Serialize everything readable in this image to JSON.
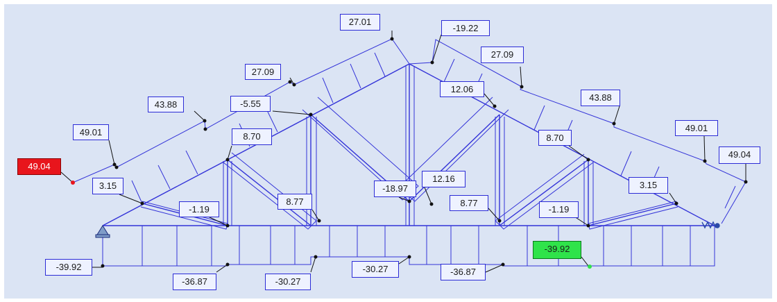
{
  "colors": {
    "background": "#dbe4f4",
    "member": "#3333d8",
    "diagram_line": "#2a2a2a",
    "max_label": "#e8151c",
    "min_label": "#2fe34a"
  },
  "labels": {
    "l01": "49.04",
    "l02": "49.01",
    "l03": "43.88",
    "l04": "-5.55",
    "l05": "27.09",
    "l06": "27.01",
    "l07": "-19.22",
    "l08": "27.09",
    "l09": "12.06",
    "l10": "43.88",
    "l11": "49.01",
    "l12": "49.04",
    "l13": "3.15",
    "l14": "8.70",
    "l15": "-1.19",
    "l16": "8.77",
    "l17": "12.16",
    "l18": "-18.97",
    "l19": "8.77",
    "l20": "8.70",
    "l21": "-1.19",
    "l22": "3.15",
    "l23": "-39.92",
    "l24": "-36.87",
    "l25": "-30.27",
    "l26": "-30.27",
    "l27": "-36.87",
    "l28": "-39.92"
  }
}
